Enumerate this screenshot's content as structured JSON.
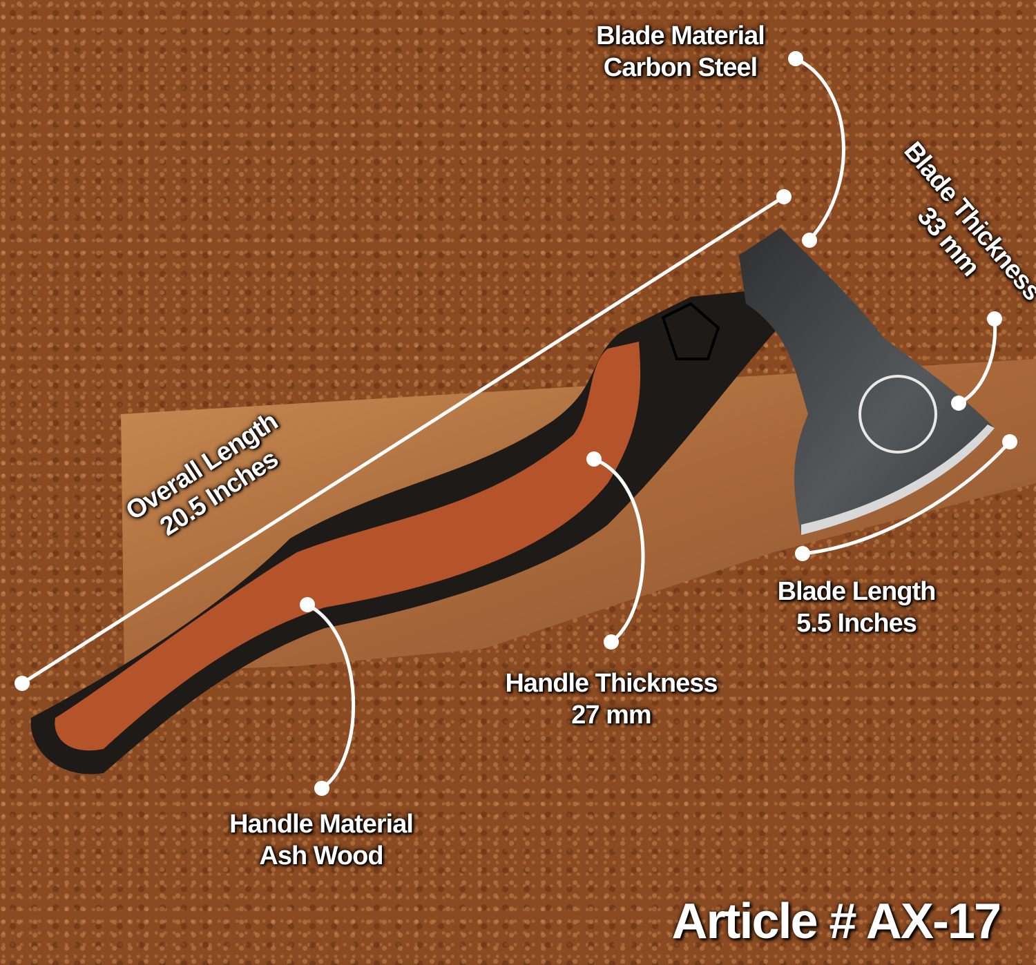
{
  "specs": {
    "blade_material": {
      "title": "Blade Material",
      "value": "Carbon Steel"
    },
    "blade_thickness": {
      "title": "Blade Thickness",
      "value": "33 mm"
    },
    "overall_length": {
      "title": "Overall Length",
      "value": "20.5 Inches"
    },
    "handle_thickness": {
      "title": "Handle Thickness",
      "value": "27 mm"
    },
    "blade_length": {
      "title": "Blade Length",
      "value": "5.5 Inches"
    },
    "handle_material": {
      "title": "Handle Material",
      "value": "Ash Wood"
    }
  },
  "article": "Article #  AX-17",
  "colors": {
    "background": "#8a4a22",
    "plank": "#b97a45",
    "handle_inlay": "#b5542a",
    "handle_dark": "#1e1a18",
    "blade": "#4a4c4e",
    "annotation": "#ffffff"
  }
}
